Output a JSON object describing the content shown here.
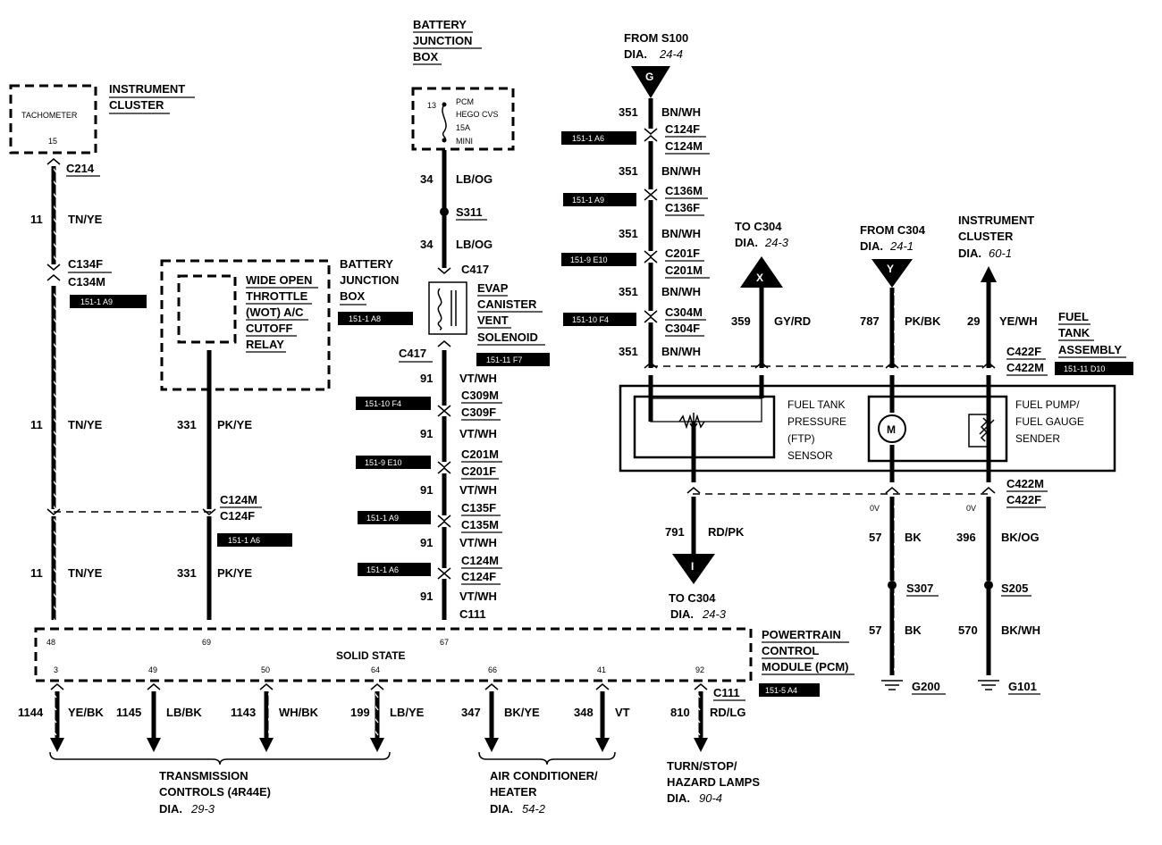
{
  "battery_junction_box_top": {
    "title": [
      "BATTERY",
      "JUNCTION",
      "BOX"
    ],
    "pin": "13",
    "fuse_lines": [
      "PCM",
      "HEGO CVS",
      "15A",
      "MINI"
    ]
  },
  "instrument_cluster_left": {
    "title": [
      "INSTRUMENT",
      "CLUSTER"
    ],
    "component": "TACHOMETER",
    "pin": "15"
  },
  "from_s100": {
    "title": "FROM S100",
    "dia_prefix": "DIA.",
    "dia": "24-4",
    "connector_letter": "G"
  },
  "to_c304_x": {
    "title": "TO C304",
    "dia_prefix": "DIA.",
    "dia": "24-3",
    "letter": "X"
  },
  "from_c304_y": {
    "title": "FROM C304",
    "dia_prefix": "DIA.",
    "dia": "24-1",
    "letter": "Y"
  },
  "instrument_cluster_right": {
    "title": [
      "INSTRUMENT",
      "CLUSTER"
    ],
    "dia_prefix": "DIA.",
    "dia": "60-1"
  },
  "fuel_tank_assembly": {
    "title": [
      "FUEL",
      "TANK",
      "ASSEMBLY"
    ],
    "ref": "151-11 D10"
  },
  "ftp_sensor": {
    "lines": [
      "FUEL TANK",
      "PRESSURE",
      "(FTP)",
      "SENSOR"
    ]
  },
  "fuel_pump": {
    "lines": [
      "FUEL PUMP/",
      "FUEL GAUGE",
      "SENDER"
    ],
    "motor": "M"
  },
  "wot_relay": {
    "lines": [
      "WIDE OPEN",
      "THROTTLE",
      "(WOT) A/C",
      "CUTOFF",
      "RELAY"
    ],
    "box_title": [
      "BATTERY",
      "JUNCTION",
      "BOX"
    ],
    "ref": "151-1 A8"
  },
  "evap": {
    "lines": [
      "EVAP",
      "CANISTER",
      "VENT",
      "SOLENOID"
    ],
    "ref": "151-11 F7"
  },
  "pcm": {
    "title": [
      "POWERTRAIN",
      "CONTROL",
      "MODULE (PCM)"
    ],
    "ref": "151-5 A4",
    "inner": "SOLID STATE",
    "top_pins": [
      "48",
      "69",
      "67"
    ],
    "bottom_pins": [
      "3",
      "49",
      "50",
      "64",
      "66",
      "41",
      "92"
    ]
  },
  "wire_tach": {
    "connectors": [
      "C214",
      "C134F",
      "C134M",
      "C124M",
      "C124F"
    ],
    "ref": "151-1 A9",
    "circuit": "11",
    "color": "TN/YE"
  },
  "wire_wot": {
    "circuit": "331",
    "color": "PK/YE",
    "ref": "151-1 A6"
  },
  "wire_evap": {
    "c34": "34",
    "c34_color": "LB/OG",
    "splice": "S311",
    "c417": "C417",
    "c91": "91",
    "c91_color": "VT/WH",
    "connectors": [
      "C309M",
      "C309F",
      "C201M",
      "C201F",
      "C135F",
      "C135M",
      "C124M",
      "C124F",
      "C111"
    ],
    "refs": [
      "151-10 F4",
      "151-9 E10",
      "151-1 A9",
      "151-1 A6"
    ]
  },
  "wire_351": {
    "circuit": "351",
    "color": "BN/WH",
    "connectors": [
      "C124F",
      "C124M",
      "C136M",
      "C136F",
      "C201F",
      "C201M",
      "C304M",
      "C304F"
    ],
    "refs": [
      "151-1 A6",
      "151-1 A9",
      "151-9 E10",
      "151-10 F4"
    ]
  },
  "wire_359": {
    "circuit": "359",
    "color": "GY/RD"
  },
  "wire_787": {
    "circuit": "787",
    "color": "PK/BK"
  },
  "wire_29": {
    "circuit": "29",
    "color": "YE/WH",
    "connectors": [
      "C422F",
      "C422M"
    ]
  },
  "wire_791": {
    "circuit": "791",
    "color": "RD/PK",
    "dest_title": "TO C304",
    "dia_prefix": "DIA.",
    "dia": "24-3",
    "letter": "I"
  },
  "wire_57": {
    "circuit": "57",
    "color": "BK",
    "volt": "0V",
    "splice": "S307",
    "ground": "G200"
  },
  "wire_396": {
    "circuit": "396",
    "color": "BK/OG",
    "volt": "0V",
    "connectors": [
      "C422M",
      "C422F"
    ],
    "splice": "S205",
    "c570": "570",
    "c570_color": "BK/WH",
    "ground": "G101"
  },
  "outputs": [
    {
      "circuit": "1144",
      "color": "YE/BK"
    },
    {
      "circuit": "1145",
      "color": "LB/BK"
    },
    {
      "circuit": "1143",
      "color": "WH/BK"
    },
    {
      "circuit": "199",
      "color": "LB/YE"
    },
    {
      "circuit": "347",
      "color": "BK/YE"
    },
    {
      "circuit": "348",
      "color": "VT"
    },
    {
      "circuit": "810",
      "color": "RD/LG",
      "connector": "C111"
    }
  ],
  "groups": {
    "transmission": {
      "lines": [
        "TRANSMISSION",
        "CONTROLS (4R44E)"
      ],
      "dia_prefix": "DIA.",
      "dia": "29-3"
    },
    "ac": {
      "lines": [
        "AIR CONDITIONER/",
        "HEATER"
      ],
      "dia_prefix": "DIA.",
      "dia": "54-2"
    },
    "turn": {
      "lines": [
        "TURN/STOP/",
        "HAZARD LAMPS"
      ],
      "dia_prefix": "DIA.",
      "dia": "90-4"
    }
  }
}
